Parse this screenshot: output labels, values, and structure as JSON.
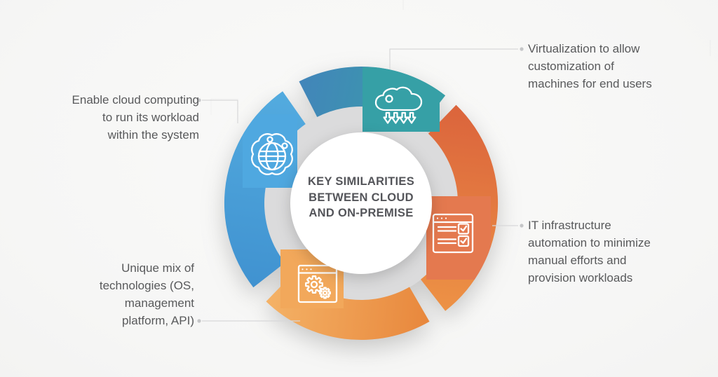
{
  "title": {
    "text": "KEY SIMILARITIES\nBETWEEN CLOUD\nAND ON-PREMISE",
    "color": "#54555a"
  },
  "labels": {
    "virtualization": {
      "text": "Virtualization to allow\ncustomization of\nmachines for end users"
    },
    "enable_cloud": {
      "text": "Enable cloud computing\nto run its workload\nwithin the system"
    },
    "it_automation": {
      "text": "IT infrastructure\nautomation to minimize\nmanual efforts and\nprovision workloads"
    },
    "unique_mix": {
      "text": "Unique mix of\ntechnologies (OS,\nmanagement\nplatform, API)"
    }
  },
  "segments": {
    "top": {
      "topic": "virtualization",
      "icon": "cloud-download-icon",
      "color_start": "#4285ba",
      "color_end": "#37a2a5",
      "tab_color": "#36a0a6"
    },
    "right": {
      "topic": "it-automation",
      "icon": "checklist-window-icon",
      "color_start": "#db643c",
      "color_end": "#ee9546",
      "tab_color": "#e4794f"
    },
    "bottom": {
      "topic": "unique-mix",
      "icon": "gears-window-icon",
      "color_start": "#f4b266",
      "color_end": "#e8873c",
      "tab_color": "#f2a85b"
    },
    "left": {
      "topic": "enable-cloud",
      "icon": "globe-cloud-icon",
      "color_start": "#53abdf",
      "color_end": "#4092d0",
      "tab_color": "#4fa8e0"
    }
  },
  "decor": {
    "background": "#f6f6f5",
    "inner_ring_gray": "#dbdbdc",
    "center_circle": "#ffffff",
    "connector_line": "#d8d8d9",
    "connector_dot": "#c5c6c8",
    "label_text": "#58595b"
  }
}
